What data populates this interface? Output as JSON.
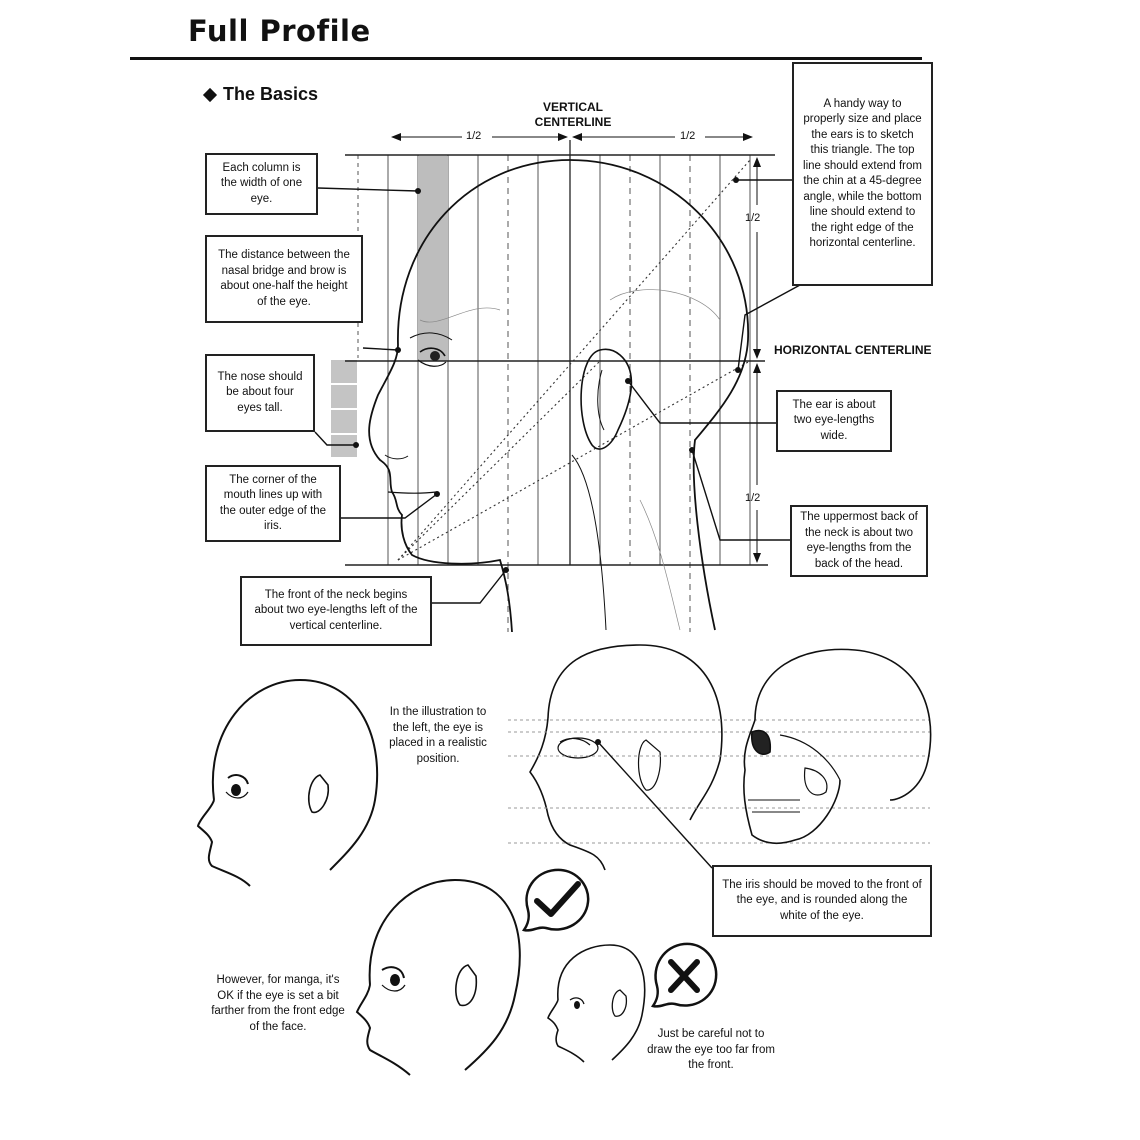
{
  "page": {
    "title": "Full Profile",
    "section": "The Basics"
  },
  "diagram": {
    "vertical_centerline": "VERTICAL CENTERLINE",
    "horizontal_centerline": "HORIZONTAL CENTERLINE",
    "half_label": "1/2"
  },
  "callouts": {
    "column": "Each column is the width of one eye.",
    "nasal": "The distance between the nasal bridge and brow is about one-half the height of the eye.",
    "nose": "The nose should be about four eyes tall.",
    "mouth": "The corner of the mouth lines up with the outer edge of the iris.",
    "neck_front": "The front of the neck begins about two eye-lengths left of the vertical centerline.",
    "triangle": "A handy way to properly size and place the ears is to sketch this triangle. The top line should extend from the chin at a 45-degree angle, while the bottom line should extend to the right edge of the horizontal centerline.",
    "ear": "The ear is about two eye-lengths wide.",
    "neck_back": "The uppermost back of the neck is about two eye-lengths from the back of the head.",
    "illustration": "In the illustration to the left, the eye is placed in a realistic position.",
    "iris": "The iris should be moved to the front of the eye, and is rounded along the white of the eye.",
    "manga": "However, for manga, it's OK if the eye is set a bit farther from the front edge of the face.",
    "careful": "Just be careful not to draw the eye too far from the front."
  },
  "icons": {
    "correct": "check-icon",
    "wrong": "x-icon"
  }
}
